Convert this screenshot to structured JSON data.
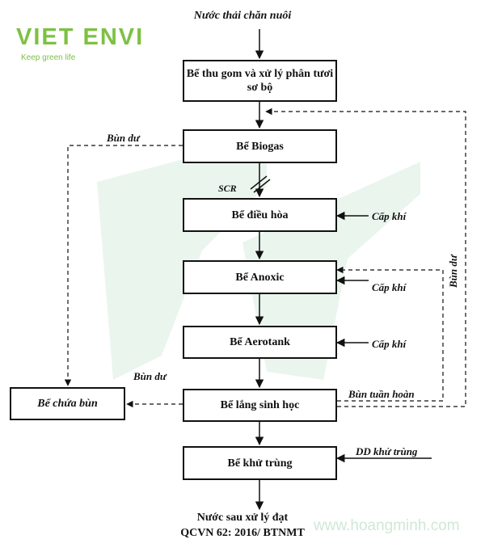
{
  "brand": {
    "name": "VIET ENVI",
    "tagline": "Keep green life"
  },
  "watermark": "www.hoangminh.com",
  "input_label": "Nước thải chăn nuôi",
  "boxes": {
    "b1": "Bể thu gom và xử lý phân tươi sơ bộ",
    "b2": "Bể Biogas",
    "b3": "Bể điều hòa",
    "b4": "Bể Anoxic",
    "b5": "Bể Aerotank",
    "b6": "Bể lắng sinh học",
    "b7": "Bể khử trùng",
    "sludge": "Bể chứa bùn"
  },
  "labels": {
    "bun_du_1": "Bùn dư",
    "bun_du_2": "Bùn dư",
    "bun_du_vertical": "Bùn dư",
    "scr": "SCR",
    "cap_khi_1": "Cấp khí",
    "cap_khi_2": "Cấp khí",
    "cap_khi_3": "Cấp khí",
    "bun_tuan_hoan": "Bùn tuần hoàn",
    "dd_khu_trung": "DD khử trùng"
  },
  "output": {
    "line1": "Nước sau xử lý đạt",
    "line2": "QCVN 62: 2016/ BTNMT"
  }
}
